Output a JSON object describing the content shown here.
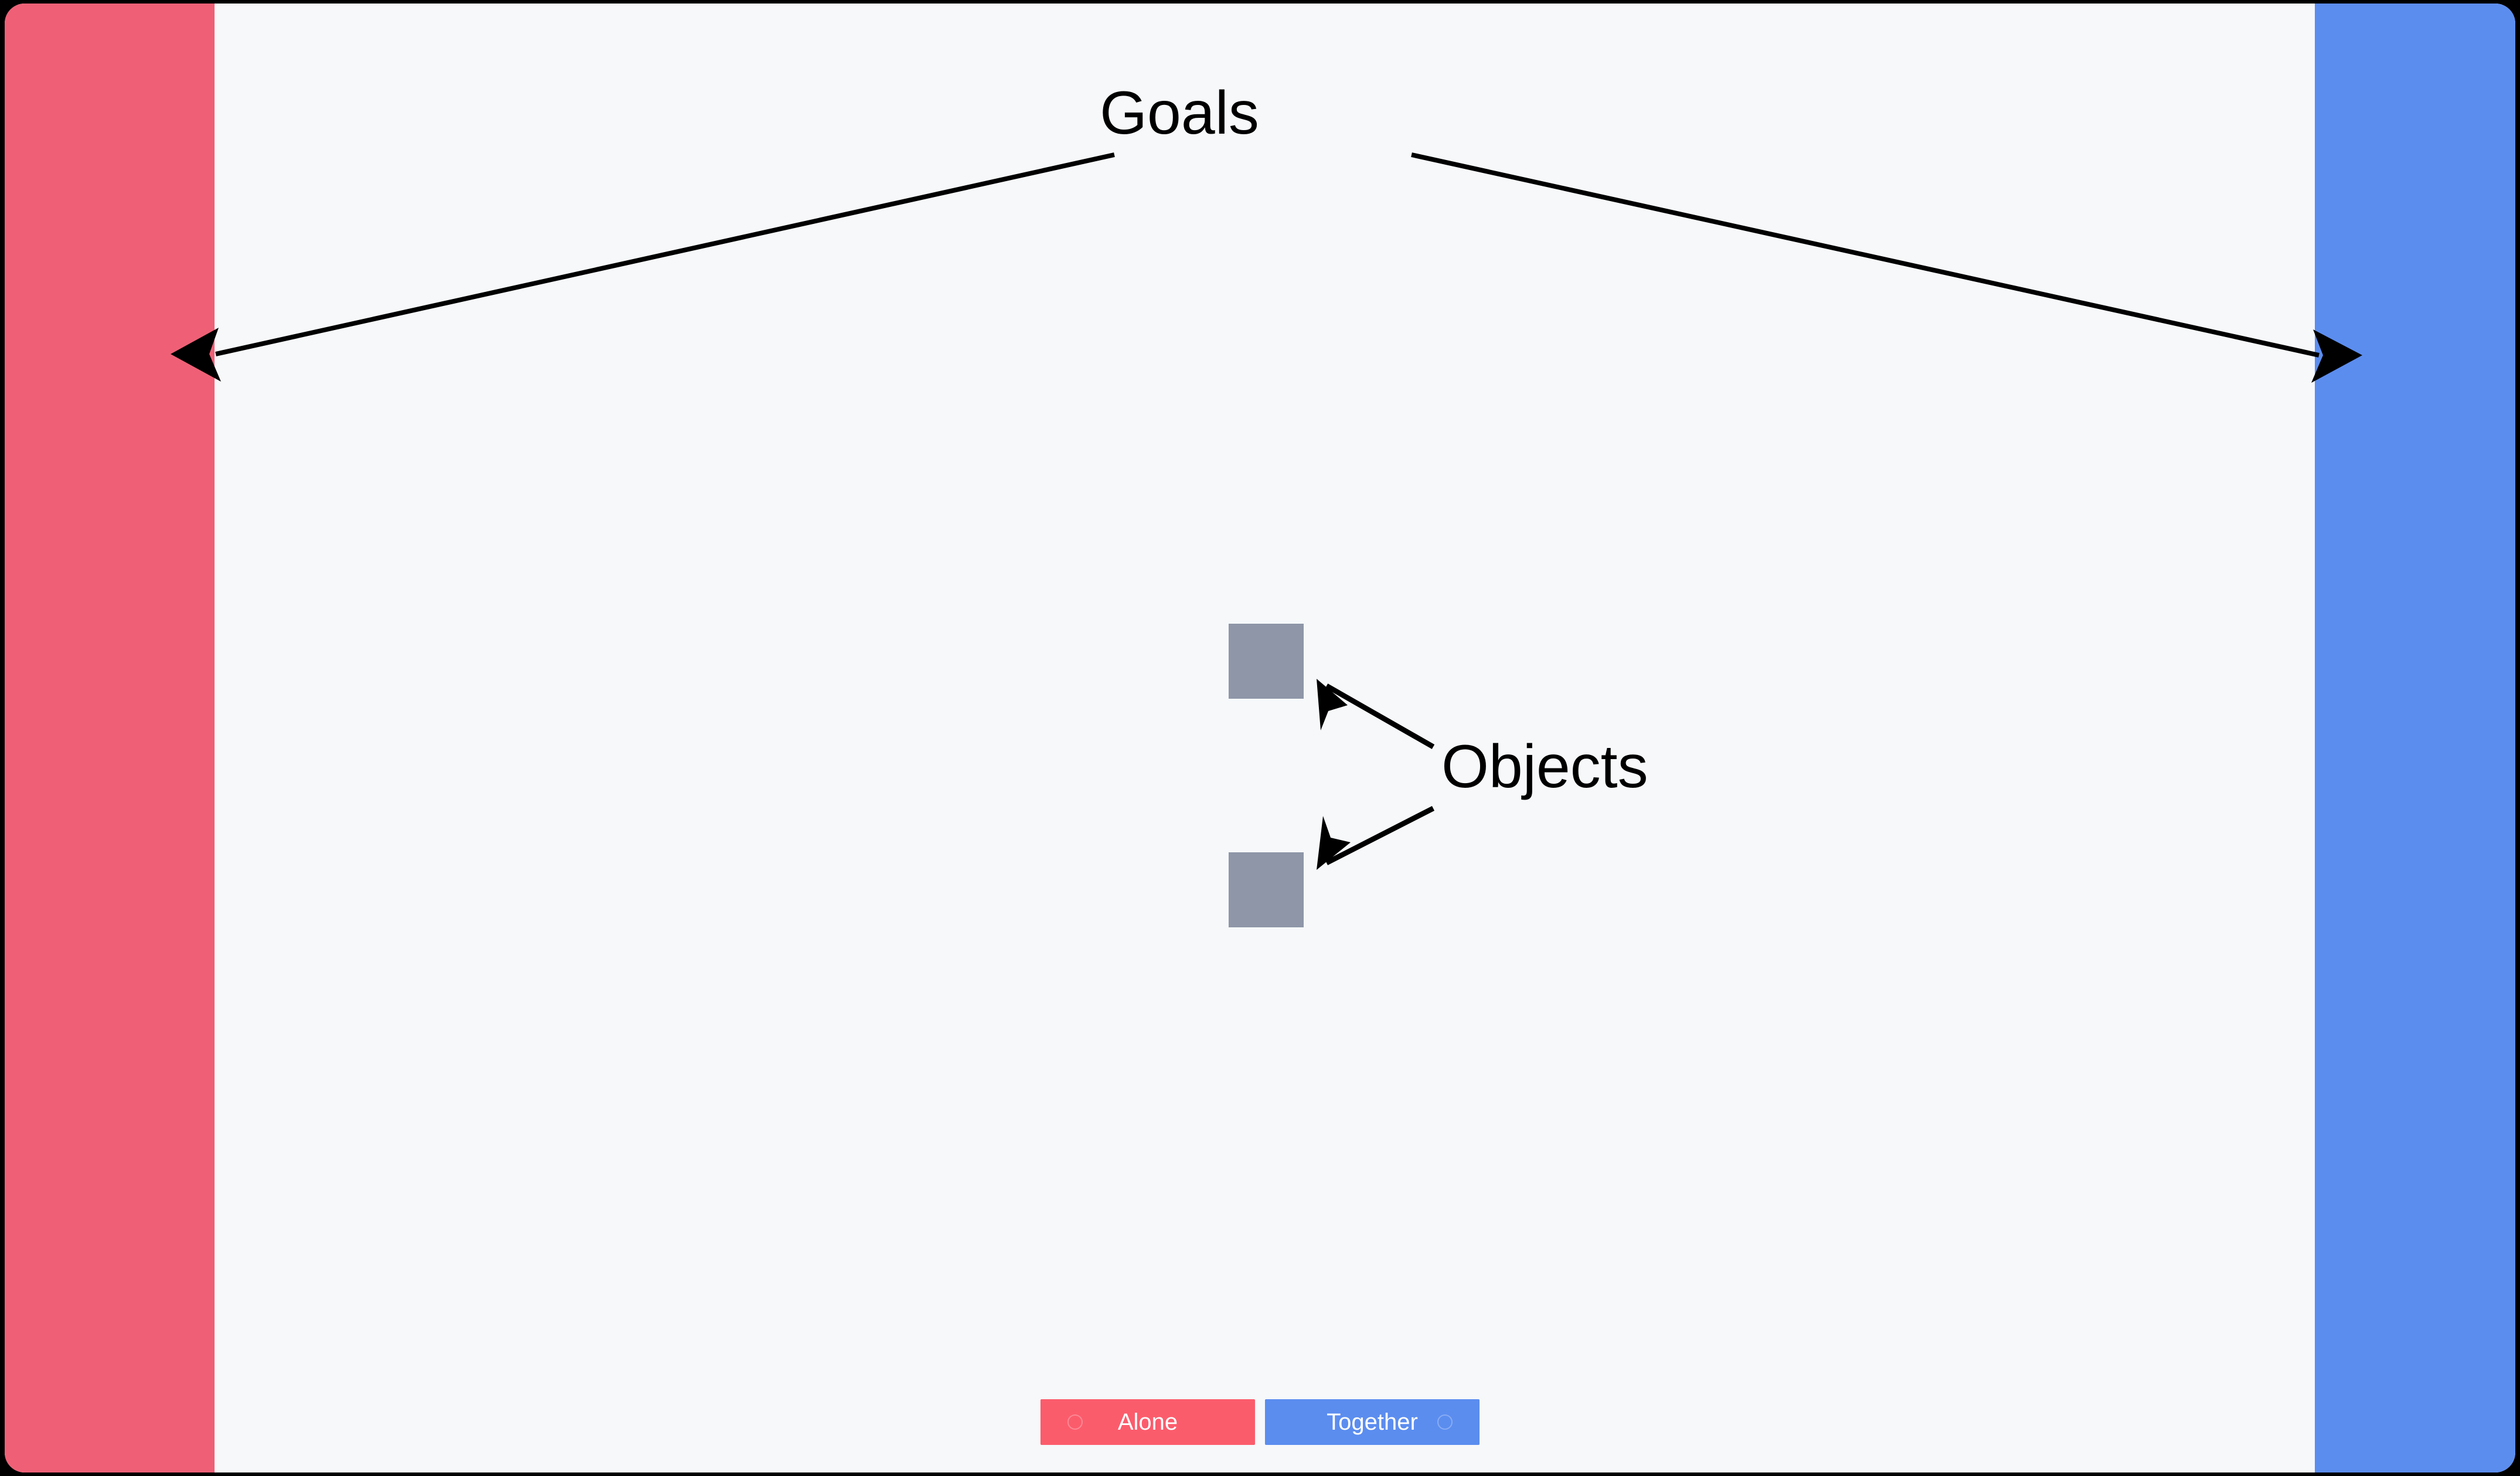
{
  "scene": {
    "background_color": "#F6F8FA",
    "outer_color": "#000000"
  },
  "goals": {
    "label": "Goals",
    "left": {
      "name": "left-goal-zone",
      "color": "#EF6076"
    },
    "right": {
      "name": "right-goal-zone",
      "color": "#5B8DEF"
    }
  },
  "objects": {
    "label": "Objects",
    "color": "#8E96A8",
    "items": [
      {
        "id": "object-1"
      },
      {
        "id": "object-2"
      }
    ]
  },
  "mode_bar": {
    "buttons": [
      {
        "id": "alone",
        "label": "Alone",
        "color": "#FB5C6C",
        "selected": false
      },
      {
        "id": "together",
        "label": "Together",
        "color": "#5B8DEF",
        "selected": false
      }
    ]
  }
}
